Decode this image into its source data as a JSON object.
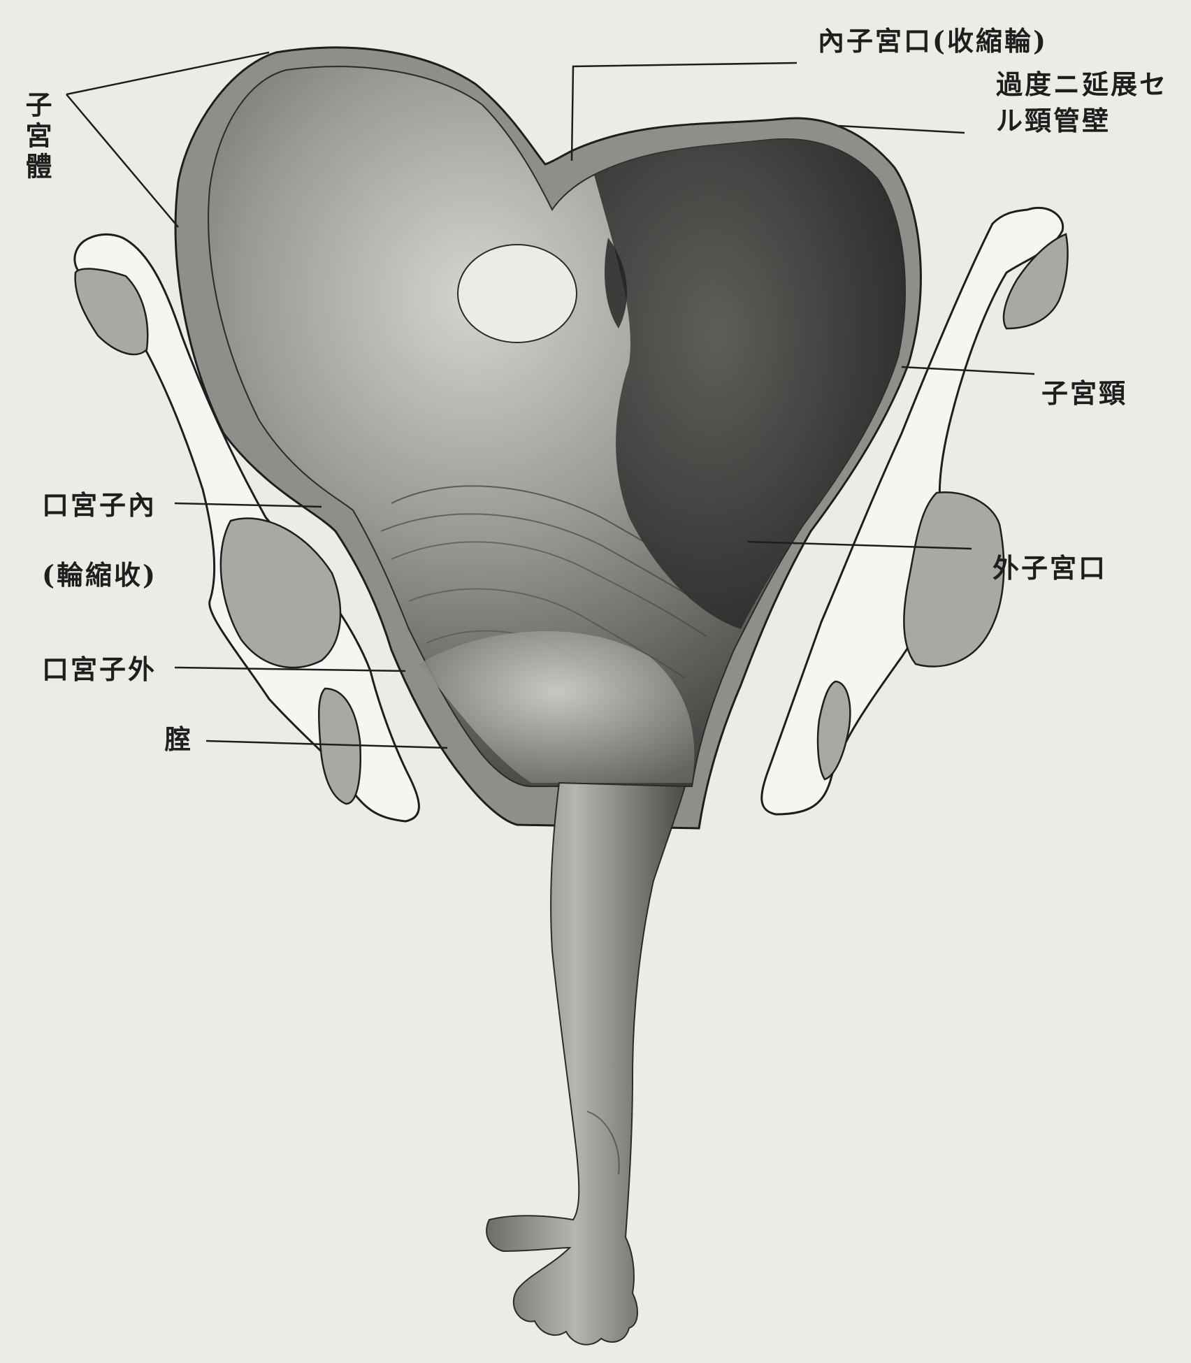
{
  "labels": {
    "uterus_body": "子宮體",
    "internal_os_top": "內子宮口(收縮輪)",
    "overstretched_wall_line1": "過度ニ延展セ",
    "overstretched_wall_line2": "ル頸管壁",
    "cervix": "子宮頸",
    "internal_os_left_line1": "口宮子內",
    "internal_os_left_line2": "(輪縮收)",
    "external_os_left": "口宮子外",
    "external_os_right": "外子宮口",
    "vagina": "腟"
  }
}
